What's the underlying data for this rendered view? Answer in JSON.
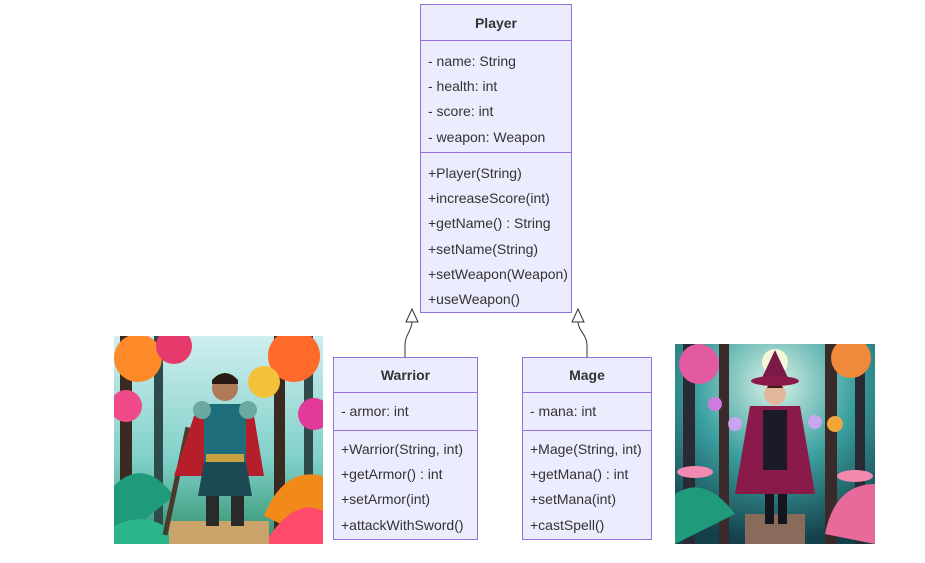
{
  "diagram": {
    "classes": [
      {
        "id": "player",
        "name": "Player",
        "attributes": [
          "- name: String",
          "- health: int",
          "- score: int",
          "- weapon: Weapon"
        ],
        "methods": [
          "+Player(String)",
          "+increaseScore(int)",
          "+getName() : String",
          "+setName(String)",
          "+setWeapon(Weapon)",
          "+useWeapon()"
        ]
      },
      {
        "id": "warrior",
        "name": "Warrior",
        "attributes": [
          "- armor: int"
        ],
        "methods": [
          "+Warrior(String, int)",
          "+getArmor() : int",
          "+setArmor(int)",
          "+attackWithSword()"
        ]
      },
      {
        "id": "mage",
        "name": "Mage",
        "attributes": [
          "- mana: int"
        ],
        "methods": [
          "+Mage(String, int)",
          "+getMana() : int",
          "+setMana(int)",
          "+castSpell()"
        ]
      }
    ],
    "relations": [
      {
        "type": "inheritance",
        "from": "Warrior",
        "to": "Player"
      },
      {
        "type": "inheritance",
        "from": "Mage",
        "to": "Player"
      }
    ]
  },
  "images": {
    "warrior_portrait": {
      "icon": "warrior-illustration"
    },
    "mage_portrait": {
      "icon": "mage-illustration"
    }
  },
  "colors": {
    "class_fill": "#ececff",
    "class_border": "#9370db",
    "arrow": "#333333"
  }
}
